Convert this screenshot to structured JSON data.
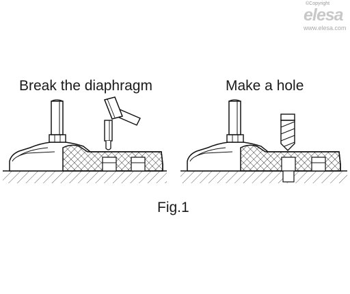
{
  "watermark": {
    "copyright": "©Copyright",
    "logo": "elesa",
    "url": "www.elesa.com"
  },
  "panels": [
    {
      "caption": "Break the diaphragm",
      "tool": "hammer-and-punch"
    },
    {
      "caption": "Make a hole",
      "tool": "drill-bit"
    }
  ],
  "figure_label": "Fig.1"
}
